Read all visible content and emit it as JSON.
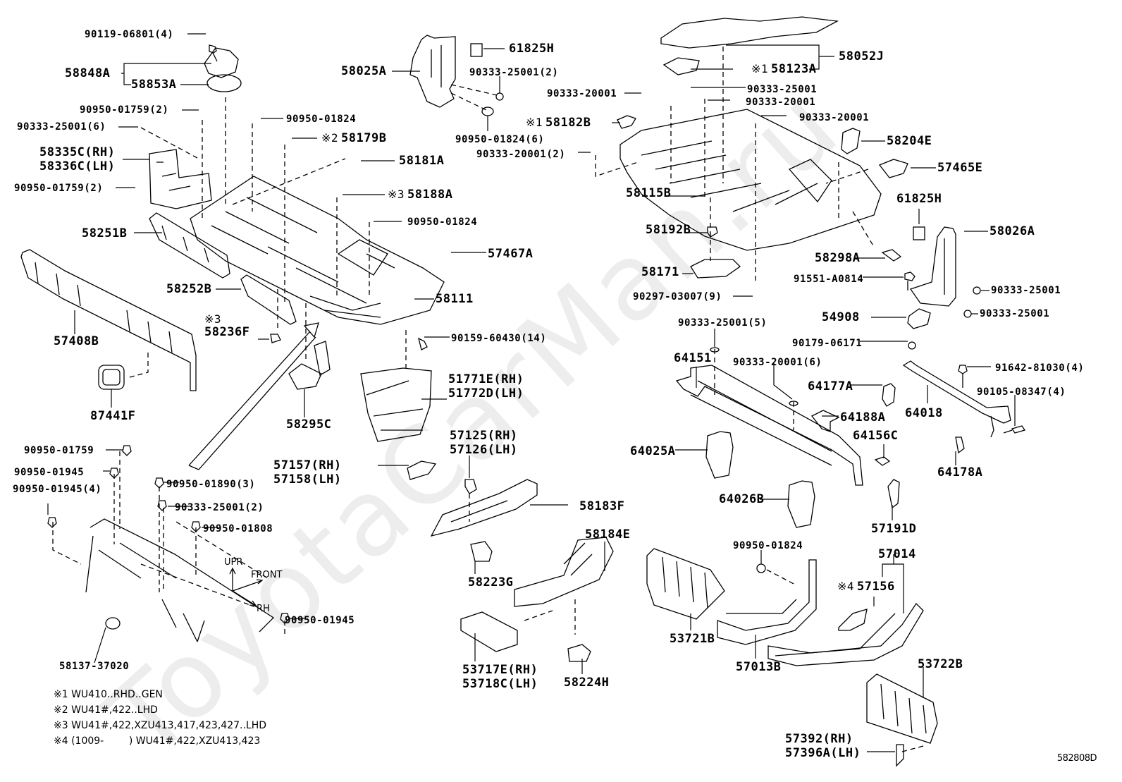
{
  "watermark": "ToyotaCarMan.ru",
  "diagram_code": "582808D",
  "orientation": {
    "up": "UPR",
    "front": "FRONT",
    "right": "RH"
  },
  "parts": [
    {
      "id": "p1",
      "text": "90119-06801(4)",
      "mark": ""
    },
    {
      "id": "p2",
      "text": "58848A",
      "mark": ""
    },
    {
      "id": "p3",
      "text": "58853A",
      "mark": ""
    },
    {
      "id": "p4",
      "text": "90950-01759(2)",
      "mark": ""
    },
    {
      "id": "p5",
      "text": "90333-25001(6)",
      "mark": ""
    },
    {
      "id": "p6",
      "text": "58335C(RH)",
      "mark": ""
    },
    {
      "id": "p7",
      "text": "58336C(LH)",
      "mark": ""
    },
    {
      "id": "p8",
      "text": "90950-01759(2)",
      "mark": ""
    },
    {
      "id": "p9",
      "text": "90950-01824",
      "mark": ""
    },
    {
      "id": "p10",
      "text": "58179B",
      "mark": "※2"
    },
    {
      "id": "p11",
      "text": "58181A",
      "mark": ""
    },
    {
      "id": "p12",
      "text": "58188A",
      "mark": "※3"
    },
    {
      "id": "p13",
      "text": "90950-01824",
      "mark": ""
    },
    {
      "id": "p14",
      "text": "58025A",
      "mark": ""
    },
    {
      "id": "p15",
      "text": "61825H",
      "mark": ""
    },
    {
      "id": "p16",
      "text": "90333-25001(2)",
      "mark": ""
    },
    {
      "id": "p17",
      "text": "90950-01824(6)",
      "mark": ""
    },
    {
      "id": "p18",
      "text": "90333-20001",
      "mark": ""
    },
    {
      "id": "p19",
      "text": "58182B",
      "mark": "※1"
    },
    {
      "id": "p20",
      "text": "90333-20001(2)",
      "mark": ""
    },
    {
      "id": "p21",
      "text": "58052J",
      "mark": ""
    },
    {
      "id": "p22",
      "text": "58123A",
      "mark": "※1"
    },
    {
      "id": "p23",
      "text": "90333-25001",
      "mark": ""
    },
    {
      "id": "p24",
      "text": "90333-20001",
      "mark": ""
    },
    {
      "id": "p25",
      "text": "90333-20001",
      "mark": ""
    },
    {
      "id": "p26",
      "text": "58204E",
      "mark": ""
    },
    {
      "id": "p27",
      "text": "57465E",
      "mark": ""
    },
    {
      "id": "p28",
      "text": "61825H",
      "mark": ""
    },
    {
      "id": "p29",
      "text": "58026A",
      "mark": ""
    },
    {
      "id": "p30",
      "text": "58115B",
      "mark": ""
    },
    {
      "id": "p31",
      "text": "58192B",
      "mark": ""
    },
    {
      "id": "p32",
      "text": "58298A",
      "mark": ""
    },
    {
      "id": "p33",
      "text": "58171",
      "mark": ""
    },
    {
      "id": "p34",
      "text": "91551-A0814",
      "mark": ""
    },
    {
      "id": "p35",
      "text": "90297-03007(9)",
      "mark": ""
    },
    {
      "id": "p36",
      "text": "90333-25001",
      "mark": ""
    },
    {
      "id": "p37",
      "text": "90333-25001",
      "mark": ""
    },
    {
      "id": "p38",
      "text": "58251B",
      "mark": ""
    },
    {
      "id": "p39",
      "text": "57467A",
      "mark": ""
    },
    {
      "id": "p40",
      "text": "58252B",
      "mark": ""
    },
    {
      "id": "p41",
      "text": "58111",
      "mark": ""
    },
    {
      "id": "p42",
      "text": "58236F",
      "mark": "※3"
    },
    {
      "id": "p43",
      "text": "57408B",
      "mark": ""
    },
    {
      "id": "p44",
      "text": "90159-60430(14)",
      "mark": ""
    },
    {
      "id": "p45",
      "text": "51771E(RH)",
      "mark": ""
    },
    {
      "id": "p46",
      "text": "51772D(LH)",
      "mark": ""
    },
    {
      "id": "p47",
      "text": "87441F",
      "mark": ""
    },
    {
      "id": "p48",
      "text": "58295C",
      "mark": ""
    },
    {
      "id": "p49",
      "text": "54908",
      "mark": ""
    },
    {
      "id": "p50",
      "text": "90333-25001(5)",
      "mark": ""
    },
    {
      "id": "p51",
      "text": "90179-06171",
      "mark": ""
    },
    {
      "id": "p52",
      "text": "64151",
      "mark": ""
    },
    {
      "id": "p53",
      "text": "90333-20001(6)",
      "mark": ""
    },
    {
      "id": "p54",
      "text": "91642-81030(4)",
      "mark": ""
    },
    {
      "id": "p55",
      "text": "64177A",
      "mark": ""
    },
    {
      "id": "p56",
      "text": "90105-08347(4)",
      "mark": ""
    },
    {
      "id": "p57",
      "text": "64018",
      "mark": ""
    },
    {
      "id": "p58",
      "text": "64188A",
      "mark": ""
    },
    {
      "id": "p59",
      "text": "64156C",
      "mark": ""
    },
    {
      "id": "p60",
      "text": "64178A",
      "mark": ""
    },
    {
      "id": "p61",
      "text": "64025A",
      "mark": ""
    },
    {
      "id": "p62",
      "text": "64026B",
      "mark": ""
    },
    {
      "id": "p63",
      "text": "57191D",
      "mark": ""
    },
    {
      "id": "p64",
      "text": "90950-01759",
      "mark": ""
    },
    {
      "id": "p65",
      "text": "90950-01945",
      "mark": ""
    },
    {
      "id": "p66",
      "text": "90950-01945(4)",
      "mark": ""
    },
    {
      "id": "p67",
      "text": "90950-01890(3)",
      "mark": ""
    },
    {
      "id": "p68",
      "text": "90333-25001(2)",
      "mark": ""
    },
    {
      "id": "p69",
      "text": "90950-01808",
      "mark": ""
    },
    {
      "id": "p70",
      "text": "90950-01945",
      "mark": ""
    },
    {
      "id": "p71",
      "text": "58137-37020",
      "mark": ""
    },
    {
      "id": "p72",
      "text": "57157(RH)",
      "mark": ""
    },
    {
      "id": "p73",
      "text": "57158(LH)",
      "mark": ""
    },
    {
      "id": "p74",
      "text": "57125(RH)",
      "mark": ""
    },
    {
      "id": "p75",
      "text": "57126(LH)",
      "mark": ""
    },
    {
      "id": "p76",
      "text": "58183F",
      "mark": ""
    },
    {
      "id": "p77",
      "text": "58184E",
      "mark": ""
    },
    {
      "id": "p78",
      "text": "58223G",
      "mark": ""
    },
    {
      "id": "p79",
      "text": "53717E(RH)",
      "mark": ""
    },
    {
      "id": "p80",
      "text": "53718C(LH)",
      "mark": ""
    },
    {
      "id": "p81",
      "text": "58224H",
      "mark": ""
    },
    {
      "id": "p82",
      "text": "90950-01824",
      "mark": ""
    },
    {
      "id": "p83",
      "text": "53721B",
      "mark": ""
    },
    {
      "id": "p84",
      "text": "57013B",
      "mark": ""
    },
    {
      "id": "p85",
      "text": "57014",
      "mark": ""
    },
    {
      "id": "p86",
      "text": "57156",
      "mark": "※4"
    },
    {
      "id": "p87",
      "text": "53722B",
      "mark": ""
    },
    {
      "id": "p88",
      "text": "57392(RH)",
      "mark": ""
    },
    {
      "id": "p89",
      "text": "57396A(LH)",
      "mark": ""
    }
  ],
  "notes": [
    "※1 WU410..RHD..GEN",
    "※2 WU41#,422..LHD",
    "※3 WU41#,422,XZU413,417,423,427..LHD",
    "※4 (1009-        ) WU41#,422,XZU413,423"
  ]
}
